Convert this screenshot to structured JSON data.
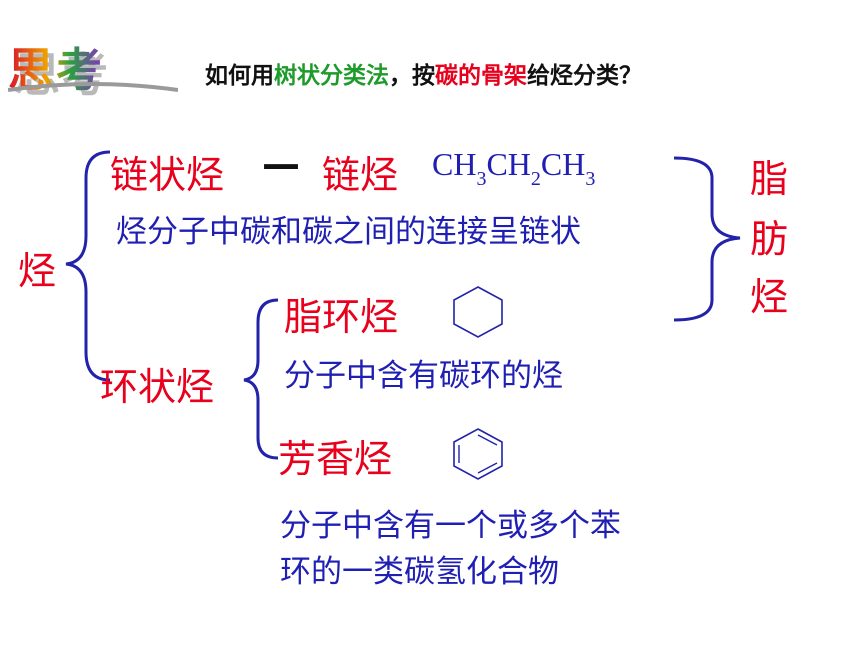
{
  "header": {
    "logo_text": "思考",
    "question_parts": [
      {
        "text": "如何用",
        "color": "black"
      },
      {
        "text": "树状分类法",
        "color": "green"
      },
      {
        "text": "，按",
        "color": "black"
      },
      {
        "text": "碳的骨架",
        "color": "red"
      },
      {
        "text": "给烃分类？",
        "color": "black"
      }
    ]
  },
  "tree": {
    "root": "烃",
    "chain": {
      "label": "链状烃",
      "dash": "—",
      "alkane": "链烃",
      "formula": [
        {
          "t": "CH",
          "sub": false
        },
        {
          "t": "3",
          "sub": true
        },
        {
          "t": "CH",
          "sub": false
        },
        {
          "t": "2",
          "sub": true
        },
        {
          "t": "CH",
          "sub": false
        },
        {
          "t": "3",
          "sub": true
        }
      ],
      "description": "烃分子中碳和碳之间的连接呈链状"
    },
    "ring": {
      "label": "环状烃",
      "alicyclic": {
        "label": "脂环烃",
        "icon": "cyclohexane-icon",
        "description": "分子中含有碳环的烃"
      },
      "aromatic": {
        "label": "芳香烃",
        "icon": "benzene-icon",
        "description_lines": [
          "分子中含有一个或多个苯",
          "环的一类碳氢化合物"
        ]
      }
    },
    "aliphatic_chars": [
      "脂",
      "肪",
      "烃"
    ]
  },
  "colors": {
    "red": "#e8001c",
    "blue": "#1f1fb4",
    "green": "#1e9b2a",
    "line": "#2222aa"
  }
}
